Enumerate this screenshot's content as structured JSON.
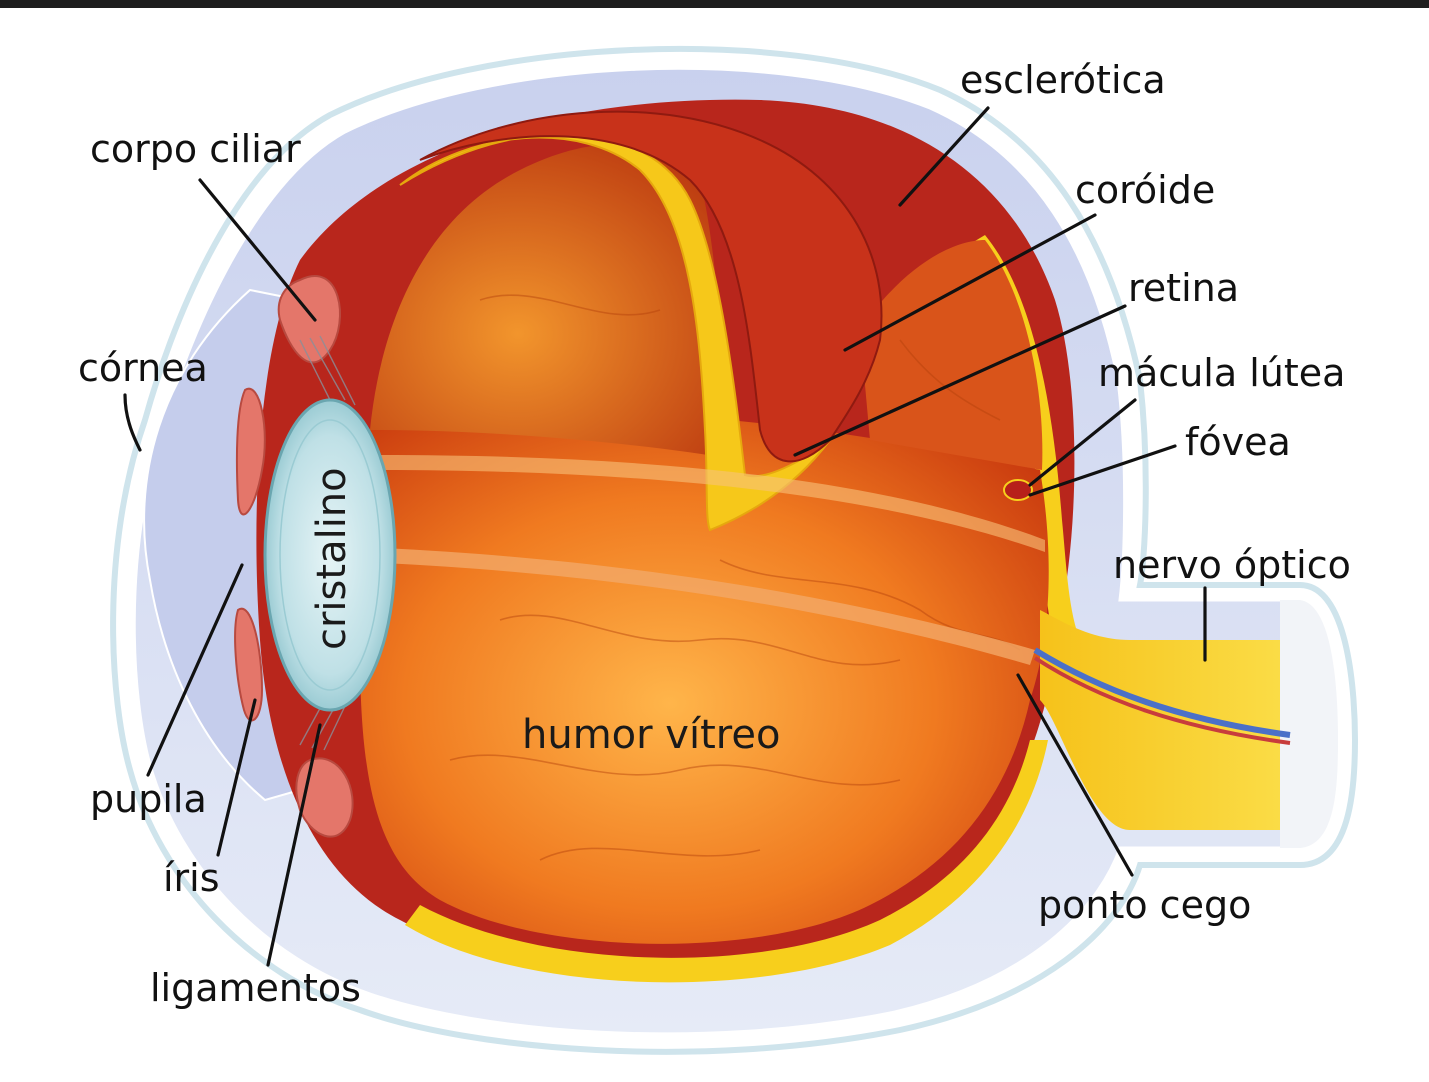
{
  "diagram": {
    "labels": {
      "esclerotica": "esclerótica",
      "corpo_ciliar": "corpo ciliar",
      "coroide": "coróide",
      "retina": "retina",
      "cornea": "córnea",
      "macula_lutea": "mácula lútea",
      "fovea": "fóvea",
      "nervo_optico": "nervo óptico",
      "cristalino": "cristalino",
      "humor_vitreo": "humor vítreo",
      "pupila": "pupila",
      "iris": "íris",
      "ligamentos": "ligamentos",
      "ponto_cego": "ponto cego"
    }
  }
}
